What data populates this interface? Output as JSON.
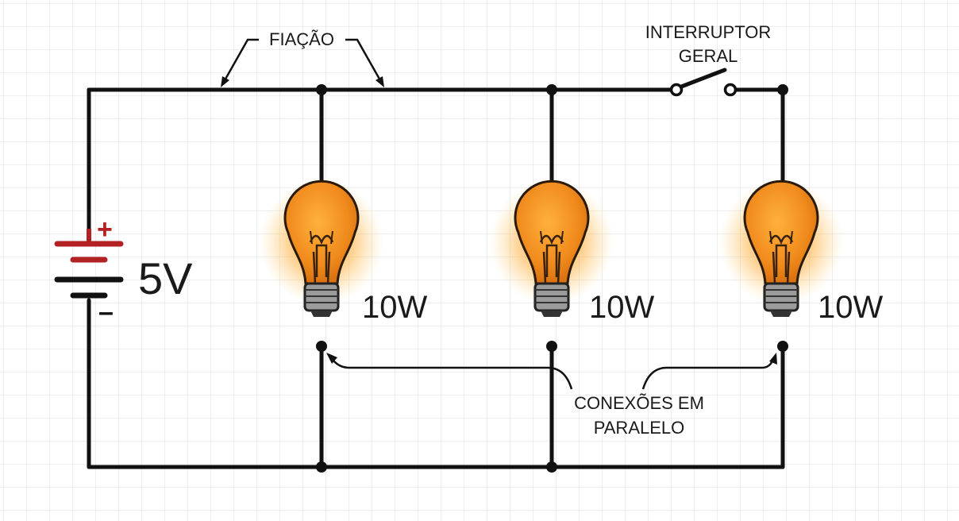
{
  "labels": {
    "wiring": "FIAÇÃO",
    "switch_line1": "INTERRUPTOR",
    "switch_line2": "GERAL",
    "voltage": "5V",
    "plus": "+",
    "minus": "–",
    "parallel_line1": "CONEXÕES EM",
    "parallel_line2": "PARALELO"
  },
  "bulbs": [
    {
      "power": "10W"
    },
    {
      "power": "10W"
    },
    {
      "power": "10W"
    }
  ],
  "switch": {
    "state": "open"
  },
  "colors": {
    "wire": "#111111",
    "battery_positive": "#b22222",
    "bulb_glass": "#f28c1e",
    "bulb_glow": "#ffb347",
    "grid": "#e6e6e6"
  },
  "icons": [
    "battery-icon",
    "lightbulb-icon",
    "switch-icon"
  ]
}
